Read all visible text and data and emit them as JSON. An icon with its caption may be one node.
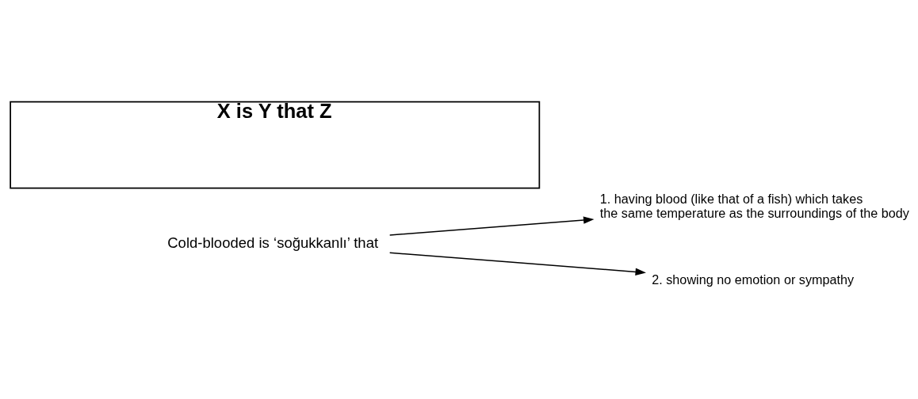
{
  "diagram": {
    "nodes": [
      {
        "text": [
          "X is Y that Z"
        ]
      },
      {
        "text": [
          "Cold-blooded is ‘soğukkanlı’ that"
        ]
      },
      {
        "text": [
          "1. having blood (like that of a fish) which takes the same temperature as the surroundings of the body"
        ]
      },
      {
        "text": [
          "2. showing no emotion or sympathy"
        ]
      }
    ],
    "edges": [
      {
        "from": 1,
        "to": 2,
        "arrow": "to"
      },
      {
        "from": 1,
        "to": 3,
        "arrow": "to"
      }
    ]
  }
}
